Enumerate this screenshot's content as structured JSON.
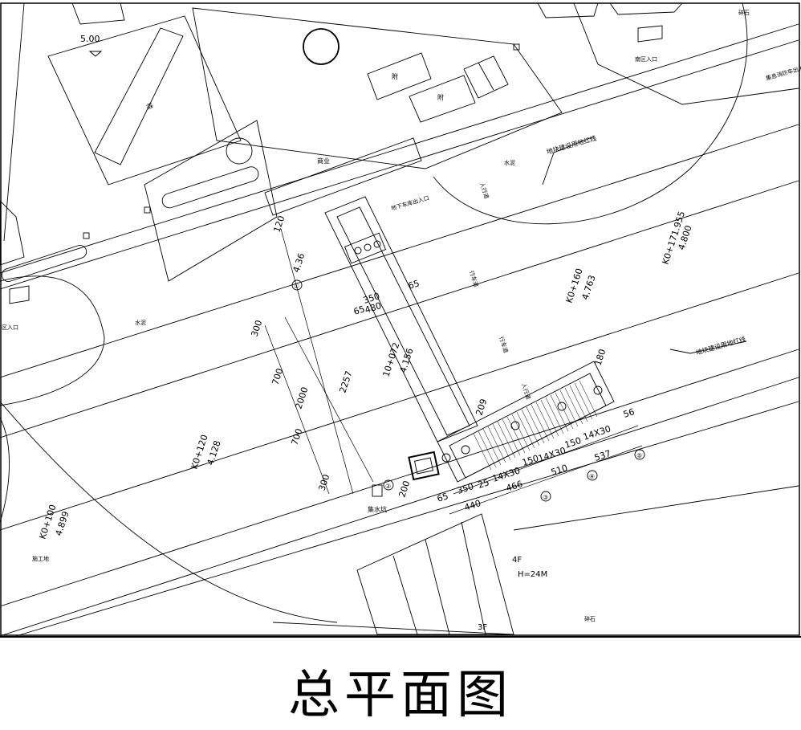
{
  "title": "总平面图",
  "buildings": {
    "left_block_label": "楼",
    "building_a": "附",
    "building_b": "附",
    "shop": "商业",
    "fire_exit": "集息消防车出入口",
    "south_entrance": "南区入口",
    "underground_garage": "地下车库出入口",
    "cement_1": "水泥",
    "cement_2": "水泥",
    "gravel_1": "碎石",
    "gravel_2": "碎石",
    "construction_site": "施工地",
    "left_entrance": "区入口",
    "walkway_1": "人行道",
    "walkway_2": "人行道",
    "carriageway_1": "行车道",
    "carriageway_2": "行车道",
    "floors_4f": "4F",
    "floors_3f": "3F",
    "height": "H=24M",
    "sump": "集水坑",
    "elev_500": "5.00"
  },
  "redlines": {
    "upper": "地块建设用地红线",
    "lower": "地块建设用地红线"
  },
  "stations": {
    "k100": "K0+100",
    "k100_elev": "4.899",
    "k120": "K0+120",
    "k120_elev": "4.128",
    "k160": "K0+160",
    "k160_elev": "4.763",
    "k171": "K0+171.955",
    "k171_elev": "4.800",
    "elev_456": "4.156",
    "elev_436": "4.36"
  },
  "dims": {
    "d120": "120",
    "d300a": "300",
    "d700a": "700",
    "d2000": "2000",
    "d700b": "700",
    "d300b": "300",
    "d2257": "2257",
    "d1072": "10+072",
    "d350": "350",
    "d65a": "65",
    "d65b": "65",
    "d480": "480",
    "d209": "209",
    "d180": "180",
    "d56": "56",
    "d200": "200",
    "d65c": "65",
    "d350b": "350",
    "d125": "25",
    "d14x30a": "14X30",
    "d150a": "150",
    "d14x30b": "14X30",
    "d150b": "150",
    "d14x30c": "14X30",
    "d440": "440",
    "d466": "466",
    "d510": "510",
    "d537": "537"
  },
  "axis_labels": [
    "①",
    "②",
    "③",
    "④",
    "⑤"
  ]
}
